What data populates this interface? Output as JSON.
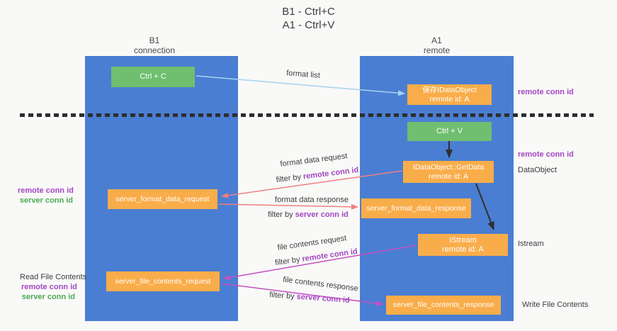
{
  "title": {
    "line1": "B1 - Ctrl+C",
    "line2": "A1 - Ctrl+V"
  },
  "columns": {
    "left": {
      "header_line1": "B1",
      "header_line2": "connection"
    },
    "right": {
      "header_line1": "A1",
      "header_line2": "remote"
    }
  },
  "boxes": {
    "ctrl_c": "Ctrl + C",
    "ctrl_v": "Ctrl + V",
    "save_dataobject": {
      "line1": "保存IDataObject",
      "line2": "remote id: A"
    },
    "getdata": {
      "line1": "IDataObject::GetData",
      "line2": "remote id: A"
    },
    "istream": {
      "line1": "IStream",
      "line2": "remote id: A"
    },
    "format_request": "server_format_data_request",
    "format_response": "server_format_data_response",
    "file_request": "server_file_contents_request",
    "file_response": "server_file_contents_response"
  },
  "arrow_labels": {
    "format_list": "format list",
    "format_request": "format data request",
    "format_response": "format data response",
    "file_request": "file contents request",
    "file_response": "file contents response",
    "filter_prefix": "filter by ",
    "remote_conn_id": "remote conn id",
    "server_conn_id": "server conn id"
  },
  "side_labels": {
    "remote_conn_id": "remote conn id",
    "server_conn_id": "server conn id",
    "dataobject": "DataObject",
    "istream": "Istream",
    "read_file": "Read File Contents",
    "write_file": "Write File Contents"
  },
  "colors": {
    "background": "#f9f9f8",
    "column_blue": "#4a7ed2",
    "box_green": "#6fbf70",
    "box_orange": "#f9ad4a",
    "arrow_lightblue": "#a6d2ef",
    "arrow_salmon": "#ef8080",
    "arrow_magenta": "#c44fc4",
    "arrow_black": "#2f2f2f",
    "label_purple": "#a347c2",
    "label_green": "#4cab55",
    "divider_dark": "#2d2d2d",
    "text_dark": "#3d3d3d"
  }
}
